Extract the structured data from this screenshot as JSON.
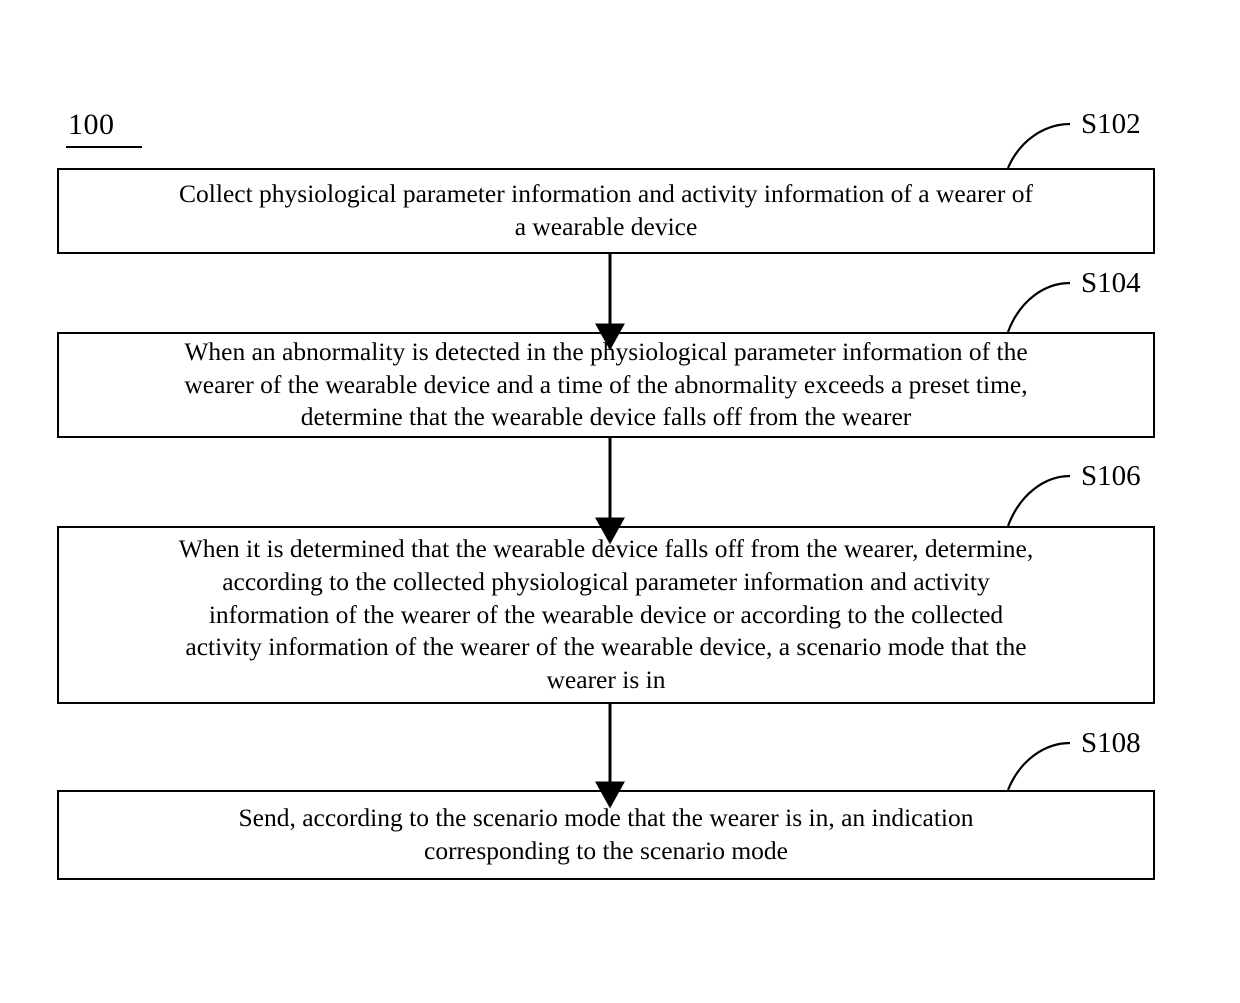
{
  "figure": {
    "reference_number": "100",
    "type": "patent-flowchart"
  },
  "steps": [
    {
      "id": "S102",
      "label": "S102",
      "text": "Collect physiological parameter information and activity information of a wearer of\na wearable device"
    },
    {
      "id": "S104",
      "label": "S104",
      "text": "When an abnormality is detected in the physiological parameter information of the\nwearer of the wearable device and a time of the abnormality exceeds a preset time,\ndetermine that the wearable device falls off from the wearer"
    },
    {
      "id": "S106",
      "label": "S106",
      "text": "When it is determined that the wearable device falls off from the wearer, determine,\naccording to the collected physiological parameter information and activity\ninformation of the wearer of the wearable device or according to the collected\nactivity information of the wearer of the wearable device, a scenario mode that the\nwearer is in"
    },
    {
      "id": "S108",
      "label": "S108",
      "text": "Send, according to the scenario mode that the wearer is in, an indication\ncorresponding to the scenario mode"
    }
  ],
  "connectors": [
    {
      "from": "S102",
      "to": "S104"
    },
    {
      "from": "S104",
      "to": "S106"
    },
    {
      "from": "S106",
      "to": "S108"
    }
  ],
  "colors": {
    "stroke": "#000000",
    "background": "#ffffff",
    "text": "#000000"
  }
}
